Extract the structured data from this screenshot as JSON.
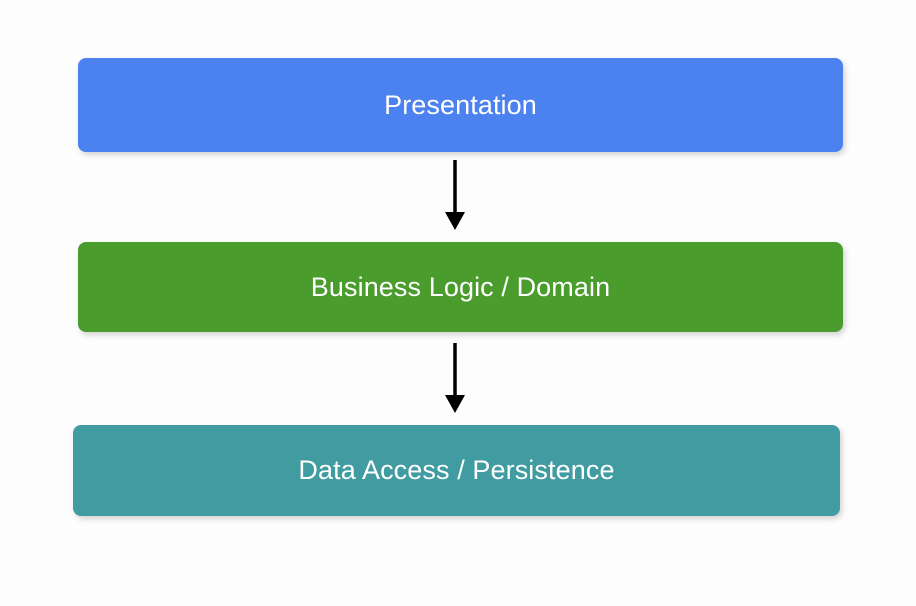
{
  "diagram": {
    "type": "layered-architecture-flow",
    "background_color": "#fdfdfd",
    "orientation": "vertical-top-down",
    "layers": [
      {
        "id": "presentation",
        "label": "Presentation",
        "fill_color": "#4c81f0",
        "text_color": "#ffffff",
        "order": 1
      },
      {
        "id": "business-logic",
        "label": "Business Logic / Domain",
        "fill_color": "#4a9c2d",
        "text_color": "#ffffff",
        "order": 2
      },
      {
        "id": "data-access",
        "label": "Data Access / Persistence",
        "fill_color": "#409ca0",
        "text_color": "#ffffff",
        "order": 3
      }
    ],
    "connectors": [
      {
        "id": "presentation-to-business",
        "from": "presentation",
        "to": "business-logic",
        "direction": "down",
        "color": "#000000",
        "style": "solid-line-filled-arrowhead"
      },
      {
        "id": "business-to-data",
        "from": "business-logic",
        "to": "data-access",
        "direction": "down",
        "color": "#000000",
        "style": "solid-line-filled-arrowhead"
      }
    ]
  }
}
